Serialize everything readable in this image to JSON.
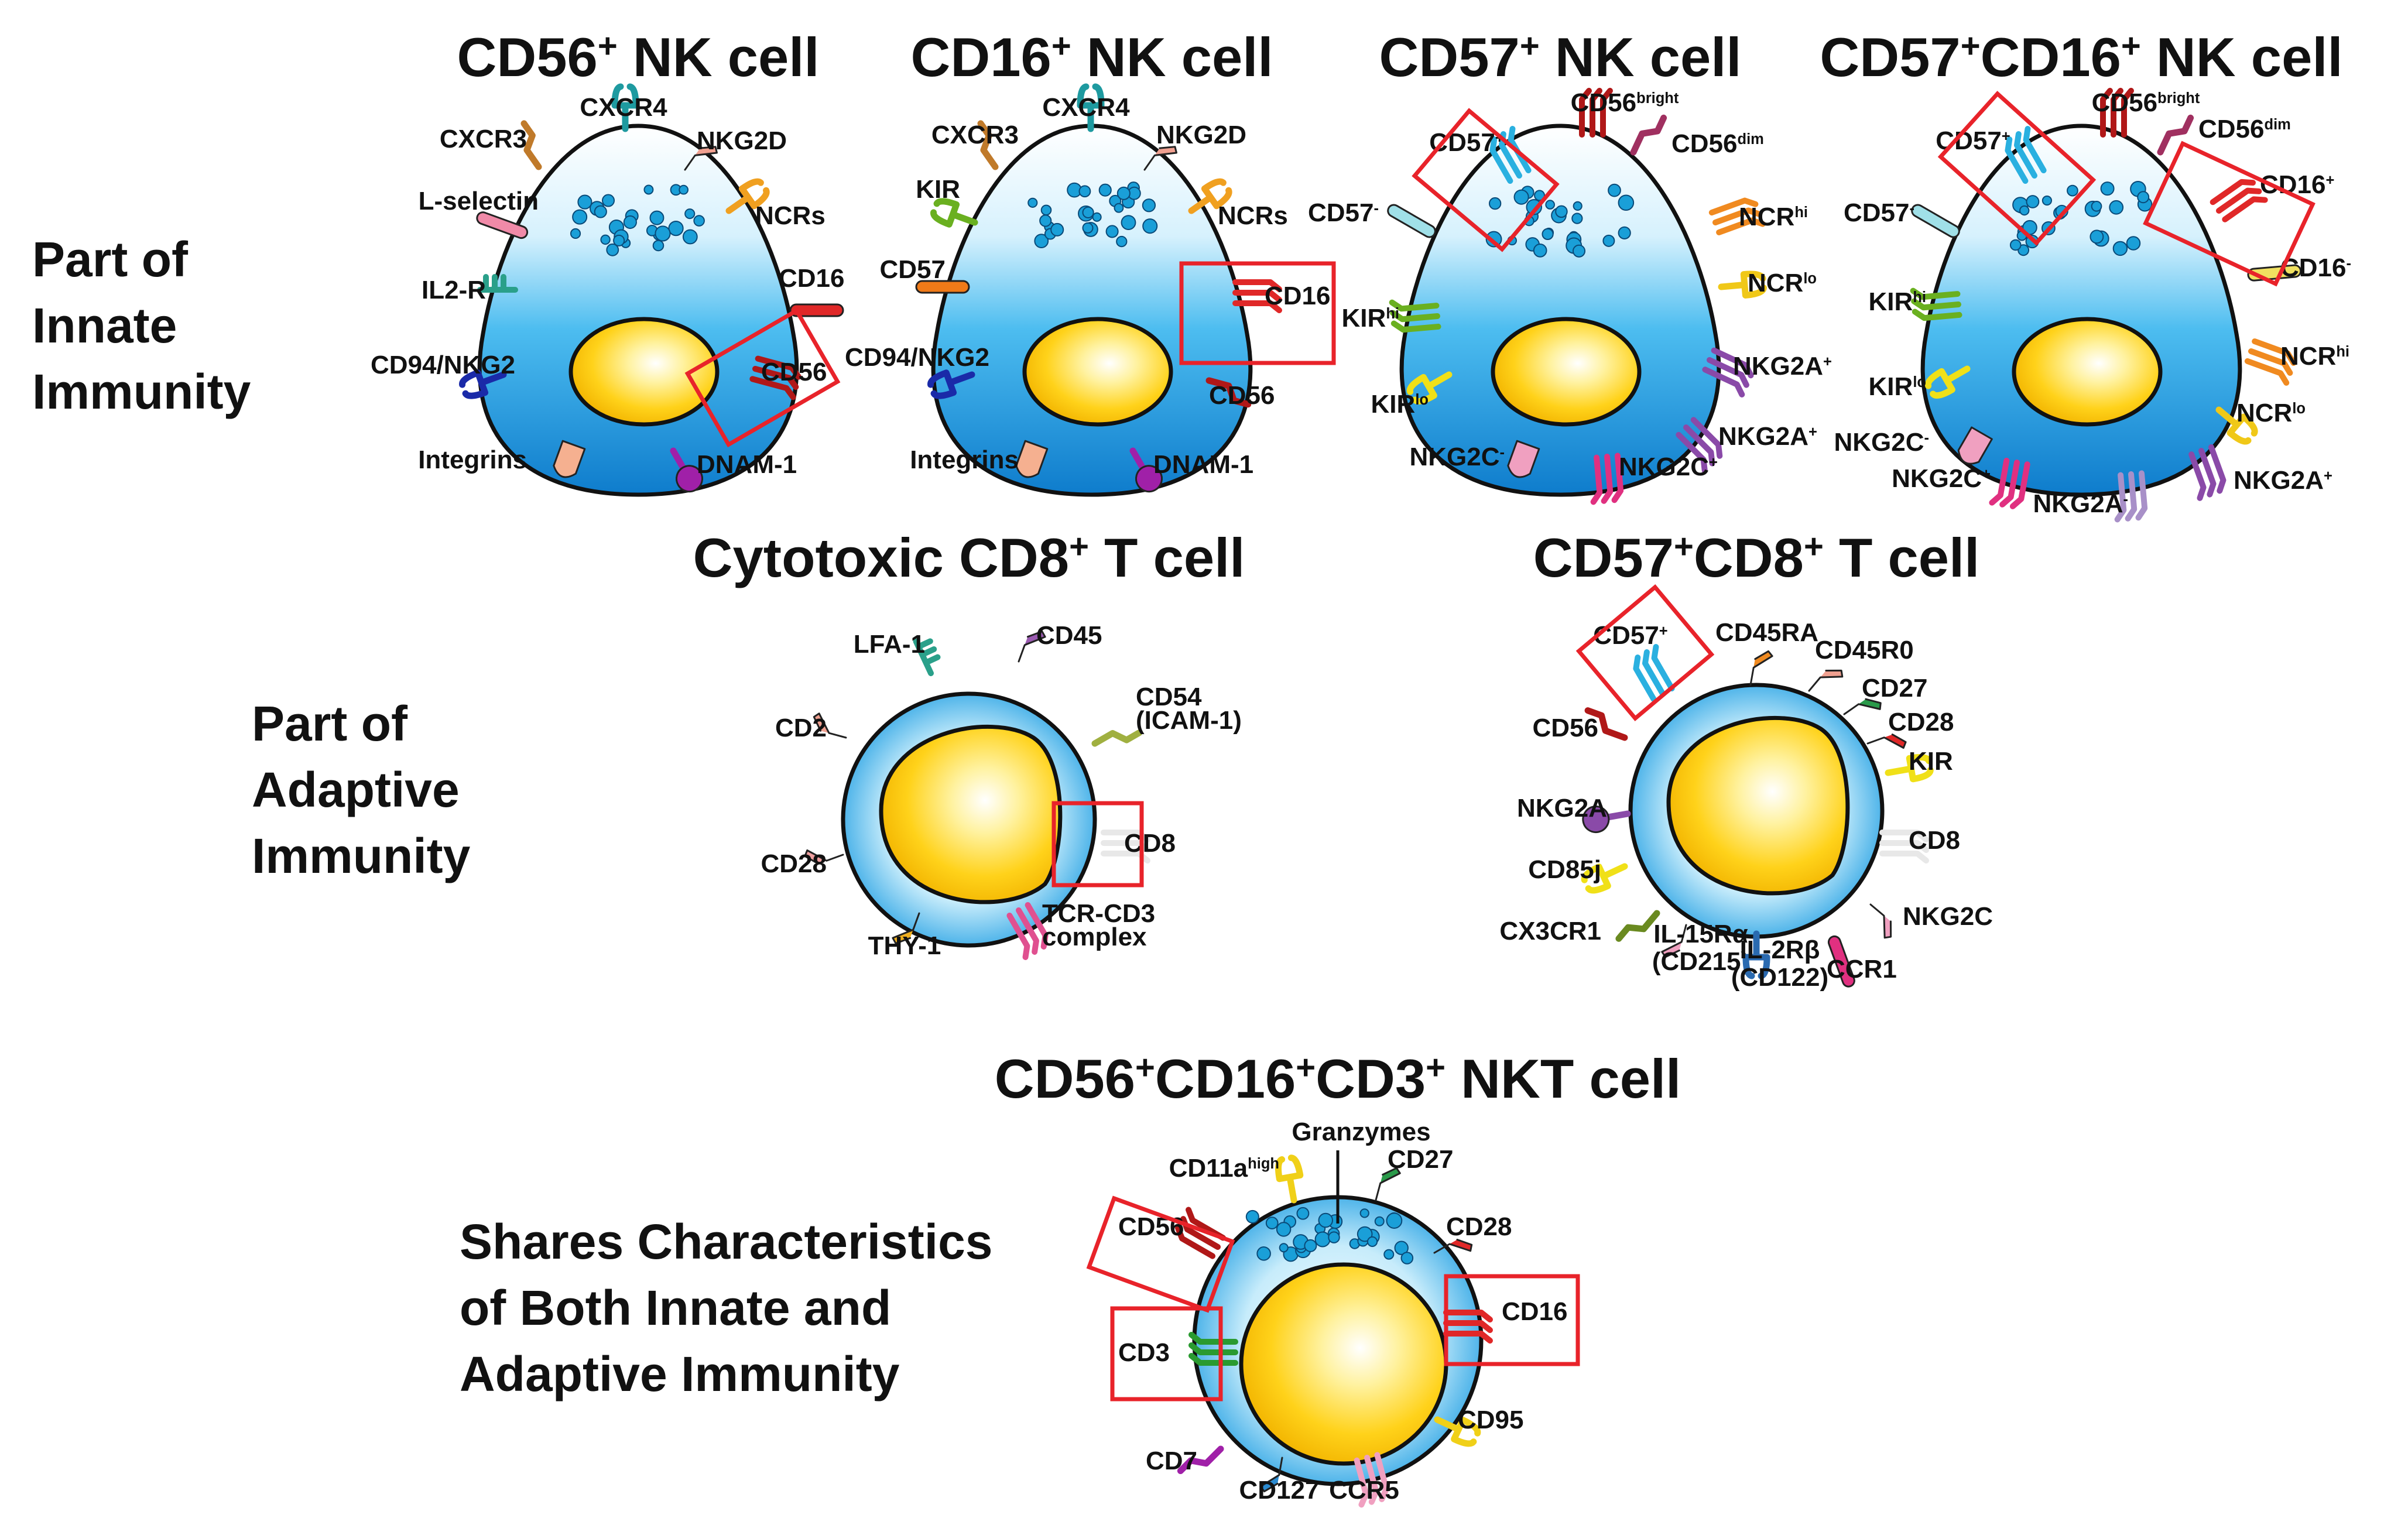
{
  "colors": {
    "cell_light": "#e6f6ff",
    "cell_mid": "#55c3f0",
    "cell_dark": "#1290d8",
    "nucleus_light": "#fff8c8",
    "nucleus": "#ffd21a",
    "nucleus_edge": "#d49a00",
    "highlight_box": "#e8232a",
    "granule": "#1a9fd8",
    "line": "#1a1a1a"
  },
  "row_labels": [
    {
      "id": "innate",
      "lines": [
        "Part of",
        "Innate",
        "Immunity"
      ]
    },
    {
      "id": "adaptive",
      "lines": [
        "Part of",
        "Adaptive",
        "Immunity"
      ]
    },
    {
      "id": "both",
      "lines": [
        "Shares Characteristics",
        "of Both Innate and",
        "Adaptive Immunity"
      ]
    }
  ],
  "cells": [
    {
      "id": "cd56-nk",
      "title": [
        {
          "t": "CD56"
        },
        {
          "t": "+",
          "sup": true
        },
        {
          "t": " NK cell"
        }
      ],
      "labels": [
        {
          "text": "CXCR4",
          "icon": "fork-icon",
          "color": "#1e9aa0"
        },
        {
          "text": "CXCR3",
          "icon": "bent-icon",
          "color": "#c07a2a"
        },
        {
          "text": "NKG2D",
          "icon": "flag-icon",
          "color": "#f0a090"
        },
        {
          "text": "L-selectin",
          "icon": "rod-icon",
          "color": "#f08aa8"
        },
        {
          "text": "NCRs",
          "icon": "fork-icon",
          "color": "#f0a020"
        },
        {
          "text": "IL2-R",
          "icon": "comb-icon",
          "color": "#2aa08a"
        },
        {
          "text": "CD16",
          "icon": "rod-icon",
          "color": "#e02828"
        },
        {
          "text": "CD94/NKG2",
          "icon": "fork-icon",
          "color": "#1a2aa8"
        },
        {
          "text": "CD56",
          "icon": "multi-icon",
          "color": "#b01818"
        },
        {
          "text": "Integrins",
          "icon": "glove-icon",
          "color": "#f5b090"
        },
        {
          "text": "DNAM-1",
          "icon": "knob-icon",
          "color": "#a020a8"
        }
      ]
    },
    {
      "id": "cd16-nk",
      "title": [
        {
          "t": "CD16"
        },
        {
          "t": "+",
          "sup": true
        },
        {
          "t": " NK cell"
        }
      ],
      "labels": [
        {
          "text": "CXCR4",
          "icon": "fork-icon",
          "color": "#1e9aa0"
        },
        {
          "text": "CXCR3",
          "icon": "bent-icon",
          "color": "#c07a2a"
        },
        {
          "text": "NKG2D",
          "icon": "flag-icon",
          "color": "#f0a090"
        },
        {
          "text": "KIR",
          "icon": "fork-icon",
          "color": "#6ab020"
        },
        {
          "text": "NCRs",
          "icon": "fork-icon",
          "color": "#f0a020"
        },
        {
          "text": "CD57",
          "icon": "rod-icon",
          "color": "#f07a18"
        },
        {
          "text": "CD16",
          "icon": "multi-icon",
          "color": "#e02828"
        },
        {
          "text": "CD94/NKG2",
          "icon": "fork-icon",
          "color": "#1a2aa8"
        },
        {
          "text": "CD56",
          "icon": "bent-icon",
          "color": "#b01818"
        },
        {
          "text": "Integrins",
          "icon": "glove-icon",
          "color": "#f5b090"
        },
        {
          "text": "DNAM-1",
          "icon": "knob-icon",
          "color": "#a020a8"
        }
      ]
    },
    {
      "id": "cd57-nk",
      "title": [
        {
          "t": "CD57"
        },
        {
          "t": "+",
          "sup": true
        },
        {
          "t": " NK cell"
        }
      ],
      "labels": [
        {
          "text": "CD56",
          "sup": "bright",
          "icon": "multi-icon",
          "color": "#b01818"
        },
        {
          "text": "CD57",
          "sup": "+",
          "icon": "multi-icon",
          "color": "#2ab0e0"
        },
        {
          "text": "CD56",
          "sup": "dim",
          "icon": "bent-icon",
          "color": "#a03060"
        },
        {
          "text": "CD57",
          "sup": "-",
          "icon": "rod-icon",
          "color": "#a0e0e8"
        },
        {
          "text": "NCR",
          "sup": "hi",
          "icon": "multi-icon",
          "color": "#f08a20"
        },
        {
          "text": "NCR",
          "sup": "lo",
          "icon": "fork-icon",
          "color": "#f0c818"
        },
        {
          "text": "KIR",
          "sup": "hi",
          "icon": "multi-icon",
          "color": "#6ab020"
        },
        {
          "text": "NKG2A",
          "sup": "+",
          "icon": "multi-icon",
          "color": "#8a4aa8"
        },
        {
          "text": "KIR",
          "sup": "lo",
          "icon": "fork-icon",
          "color": "#f0e018"
        },
        {
          "text": "NKG2A",
          "sup": "+",
          "icon": "multi-icon",
          "color": "#8a4aa8"
        },
        {
          "text": "NKG2C",
          "sup": "-",
          "icon": "glove-icon",
          "color": "#f0a0c0"
        },
        {
          "text": "NKG2C",
          "sup": "+",
          "icon": "multi-icon",
          "color": "#e03080"
        }
      ]
    },
    {
      "id": "cd57-cd16-nk",
      "title": [
        {
          "t": "CD57"
        },
        {
          "t": "+",
          "sup": true
        },
        {
          "t": "CD16"
        },
        {
          "t": "+",
          "sup": true
        },
        {
          "t": " NK cell"
        }
      ],
      "labels": [
        {
          "text": "CD56",
          "sup": "bright",
          "icon": "multi-icon",
          "color": "#b01818"
        },
        {
          "text": "CD57",
          "sup": "+",
          "icon": "multi-icon",
          "color": "#2ab0e0"
        },
        {
          "text": "CD56",
          "sup": "dim",
          "icon": "bent-icon",
          "color": "#a03060"
        },
        {
          "text": "CD57",
          "sup": "-",
          "icon": "rod-icon",
          "color": "#a0e0e8"
        },
        {
          "text": "CD16",
          "sup": "+",
          "icon": "multi-icon",
          "color": "#e02828"
        },
        {
          "text": "CD16",
          "sup": "-",
          "icon": "rod-icon",
          "color": "#f0e060"
        },
        {
          "text": "KIR",
          "sup": "hi",
          "icon": "multi-icon",
          "color": "#6ab020"
        },
        {
          "text": "NCR",
          "sup": "hi",
          "icon": "multi-icon",
          "color": "#f08a20"
        },
        {
          "text": "KIR",
          "sup": "lo",
          "icon": "fork-icon",
          "color": "#f0e018"
        },
        {
          "text": "NCR",
          "sup": "lo",
          "icon": "fork-icon",
          "color": "#f0c818"
        },
        {
          "text": "NKG2C",
          "sup": "-",
          "icon": "glove-icon",
          "color": "#f0a0c0"
        },
        {
          "text": "NKG2A",
          "sup": "+",
          "icon": "multi-icon",
          "color": "#8a4aa8"
        },
        {
          "text": "NKG2C",
          "sup": "+",
          "icon": "multi-icon",
          "color": "#e03080"
        },
        {
          "text": "NKG2A",
          "sup": "-",
          "icon": "multi-icon",
          "color": "#a890c8"
        }
      ]
    },
    {
      "id": "cd8-t",
      "title": [
        {
          "t": "Cytotoxic CD8"
        },
        {
          "t": "+",
          "sup": true
        },
        {
          "t": " T cell"
        }
      ],
      "labels": [
        {
          "text": "LFA-1",
          "icon": "comb-icon",
          "color": "#2aa08a"
        },
        {
          "text": "CD45",
          "icon": "flag-icon",
          "color": "#9a5ab0"
        },
        {
          "text": "CD54",
          "icon": "bent-icon",
          "color": "#a0b040"
        },
        {
          "text": "(ICAM-1)",
          "icon": "",
          "color": ""
        },
        {
          "text": "CD2",
          "icon": "flag-icon",
          "color": "#f0a090"
        },
        {
          "text": "CD8",
          "icon": "multi-icon",
          "color": "#e8e8e8"
        },
        {
          "text": "CD28",
          "icon": "flag-icon",
          "color": "#f0a0a0"
        },
        {
          "text": "THY-1",
          "icon": "flag-icon",
          "color": "#f0b020"
        },
        {
          "text": "TCR-CD3",
          "icon": "multi-icon",
          "color": "#e05090"
        },
        {
          "text": "complex",
          "icon": "",
          "color": ""
        }
      ]
    },
    {
      "id": "cd57-cd8-t",
      "title": [
        {
          "t": "CD57"
        },
        {
          "t": "+",
          "sup": true
        },
        {
          "t": "CD8"
        },
        {
          "t": "+",
          "sup": true
        },
        {
          "t": " T cell"
        }
      ],
      "labels": [
        {
          "text": "CD57",
          "sup": "+",
          "icon": "multi-icon",
          "color": "#2ab0e0"
        },
        {
          "text": "CD45RA",
          "icon": "flag-icon",
          "color": "#f08a20"
        },
        {
          "text": "CD45R0",
          "icon": "flag-icon",
          "color": "#f0a090"
        },
        {
          "text": "CD27",
          "icon": "flag-icon",
          "color": "#2a9a4a"
        },
        {
          "text": "CD56",
          "icon": "bent-icon",
          "color": "#b01818"
        },
        {
          "text": "CD28",
          "icon": "flag-icon",
          "color": "#e02828"
        },
        {
          "text": "KIR",
          "icon": "fork-icon",
          "color": "#f0e018"
        },
        {
          "text": "NKG2A",
          "icon": "knob-icon",
          "color": "#8a4aa8"
        },
        {
          "text": "CD8",
          "icon": "multi-icon",
          "color": "#e8e8e8"
        },
        {
          "text": "CD85j",
          "icon": "fork-icon",
          "color": "#f0e018"
        },
        {
          "text": "CX3CR1",
          "icon": "bent-icon",
          "color": "#6a8a20"
        },
        {
          "text": "NKG2C",
          "icon": "flag-icon",
          "color": "#f0a0c0"
        },
        {
          "text": "CCR1",
          "icon": "rod-icon",
          "color": "#e03080"
        },
        {
          "text": "IL-15Rα",
          "icon": "flag-icon",
          "color": "#f0a0c0"
        },
        {
          "text": "(CD215)",
          "icon": "",
          "color": ""
        },
        {
          "text": "IL-2Rβ",
          "icon": "fork-icon",
          "color": "#2a6ab0"
        },
        {
          "text": "(CD122)",
          "icon": "",
          "color": ""
        }
      ]
    },
    {
      "id": "nkt",
      "title": [
        {
          "t": "CD56"
        },
        {
          "t": "+",
          "sup": true
        },
        {
          "t": "CD16"
        },
        {
          "t": "+",
          "sup": true
        },
        {
          "t": "CD3"
        },
        {
          "t": "+",
          "sup": true
        },
        {
          "t": " NKT cell"
        }
      ],
      "labels": [
        {
          "text": "Granzymes",
          "icon": "",
          "color": ""
        },
        {
          "text": "CD11a",
          "sup": "high",
          "icon": "fork-icon",
          "color": "#f0d018"
        },
        {
          "text": "CD27",
          "icon": "flag-icon",
          "color": "#2a9a4a"
        },
        {
          "text": "CD56",
          "icon": "multi-icon",
          "color": "#b01818"
        },
        {
          "text": "CD28",
          "icon": "flag-icon",
          "color": "#e02828"
        },
        {
          "text": "CD16",
          "icon": "multi-icon",
          "color": "#e02828"
        },
        {
          "text": "CD3",
          "icon": "multi-icon",
          "color": "#2a9a30"
        },
        {
          "text": "CD95",
          "icon": "fork-icon",
          "color": "#f0d018"
        },
        {
          "text": "CD7",
          "icon": "bent-icon",
          "color": "#a020a8"
        },
        {
          "text": "CD127",
          "icon": "flag-icon",
          "color": "#2a8ad0"
        },
        {
          "text": "CCR5",
          "icon": "multi-icon",
          "color": "#f0a0c0"
        }
      ]
    }
  ]
}
